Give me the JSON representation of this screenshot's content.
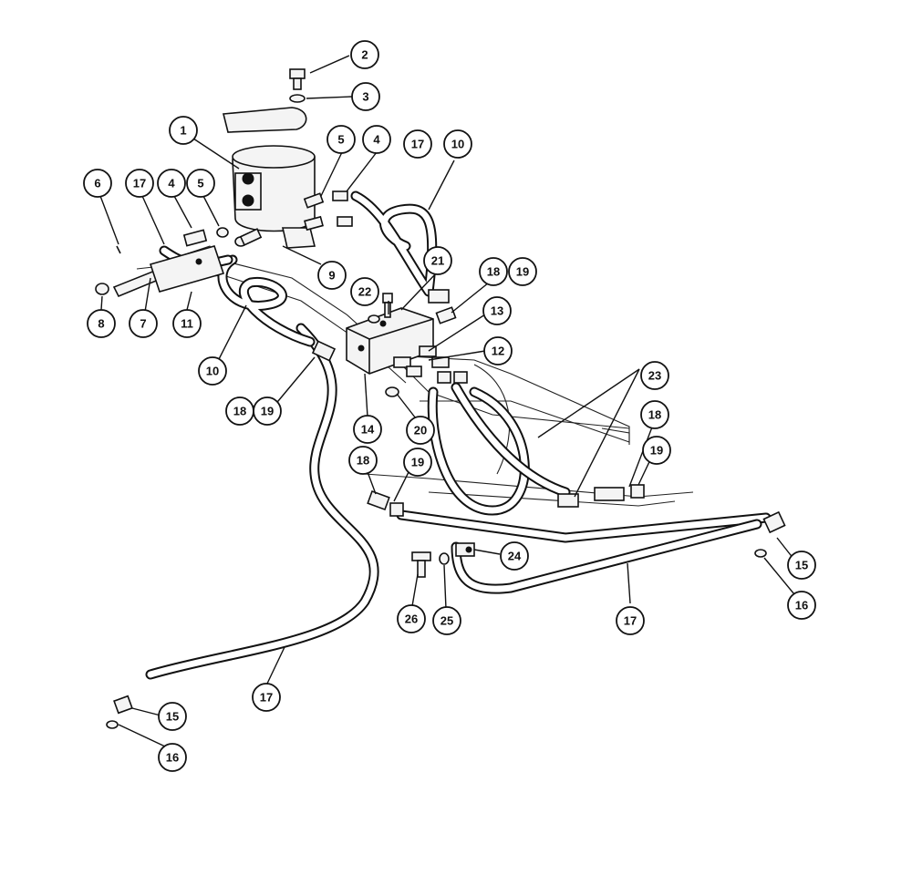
{
  "diagram": {
    "callouts": [
      {
        "id": "c2",
        "label": "2"
      },
      {
        "id": "c3",
        "label": "3"
      },
      {
        "id": "c1",
        "label": "1"
      },
      {
        "id": "c5a",
        "label": "5"
      },
      {
        "id": "c4a",
        "label": "4"
      },
      {
        "id": "c17a",
        "label": "17"
      },
      {
        "id": "c10a",
        "label": "10"
      },
      {
        "id": "c6",
        "label": "6"
      },
      {
        "id": "c17b",
        "label": "17"
      },
      {
        "id": "c4b",
        "label": "4"
      },
      {
        "id": "c5b",
        "label": "5"
      },
      {
        "id": "c9",
        "label": "9"
      },
      {
        "id": "c21",
        "label": "21"
      },
      {
        "id": "c18a",
        "label": "18"
      },
      {
        "id": "c19a",
        "label": "19"
      },
      {
        "id": "c22",
        "label": "22"
      },
      {
        "id": "c13",
        "label": "13"
      },
      {
        "id": "c8",
        "label": "8"
      },
      {
        "id": "c7",
        "label": "7"
      },
      {
        "id": "c11",
        "label": "11"
      },
      {
        "id": "c12",
        "label": "12"
      },
      {
        "id": "c10b",
        "label": "10"
      },
      {
        "id": "c23",
        "label": "23"
      },
      {
        "id": "c18b",
        "label": "18"
      },
      {
        "id": "c19b",
        "label": "19"
      },
      {
        "id": "c14",
        "label": "14"
      },
      {
        "id": "c20",
        "label": "20"
      },
      {
        "id": "c18c",
        "label": "18"
      },
      {
        "id": "c19c",
        "label": "19"
      },
      {
        "id": "c18d",
        "label": "18"
      },
      {
        "id": "c19d",
        "label": "19"
      },
      {
        "id": "c24",
        "label": "24"
      },
      {
        "id": "c15a",
        "label": "15"
      },
      {
        "id": "c16a",
        "label": "16"
      },
      {
        "id": "c26",
        "label": "26"
      },
      {
        "id": "c25",
        "label": "25"
      },
      {
        "id": "c17c",
        "label": "17"
      },
      {
        "id": "c17d",
        "label": "17"
      },
      {
        "id": "c15b",
        "label": "15"
      },
      {
        "id": "c16b",
        "label": "16"
      }
    ]
  }
}
